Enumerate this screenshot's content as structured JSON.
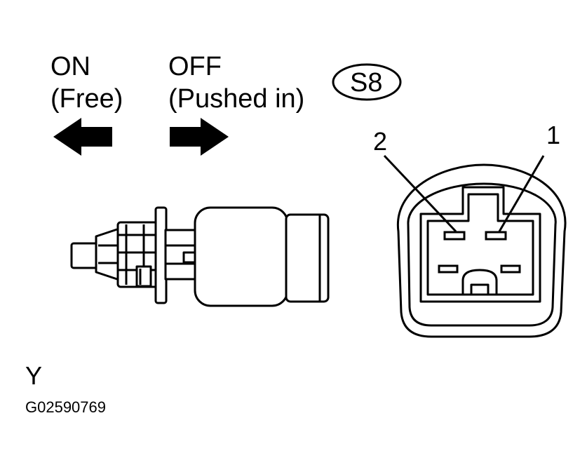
{
  "labels": {
    "on": "ON",
    "on_sub": "(Free)",
    "off": "OFF",
    "off_sub": "(Pushed in)",
    "connector_id": "S8",
    "terminal_2": "2",
    "terminal_1": "1",
    "view_letter": "Y",
    "figure_code": "G02590769"
  },
  "colors": {
    "ink": "#000000",
    "paper": "#ffffff"
  },
  "icons": {
    "left_arrow": "left-arrow-icon",
    "right_arrow": "right-arrow-icon"
  }
}
